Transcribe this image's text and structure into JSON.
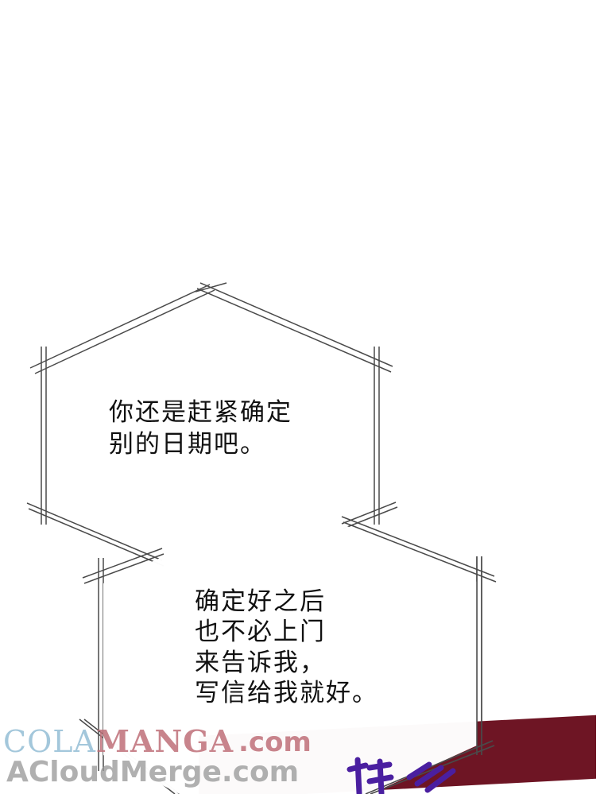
{
  "bubbles": {
    "top": {
      "lines": [
        "你还是赶紧确定",
        "别的日期吧。"
      ]
    },
    "bottom": {
      "lines": [
        "确定好之后",
        "也不必上门",
        "来告诉我，",
        "写信给我就好。"
      ]
    }
  },
  "watermarks": {
    "brand_part_a": "COLA",
    "brand_part_b": "MANGA",
    "domain": ".com",
    "site": "ACloudMerge.com"
  },
  "colors": {
    "bubble_stroke": "#4a4a4a",
    "panel": "#6e1524",
    "sfx": "#4a1fa0"
  }
}
